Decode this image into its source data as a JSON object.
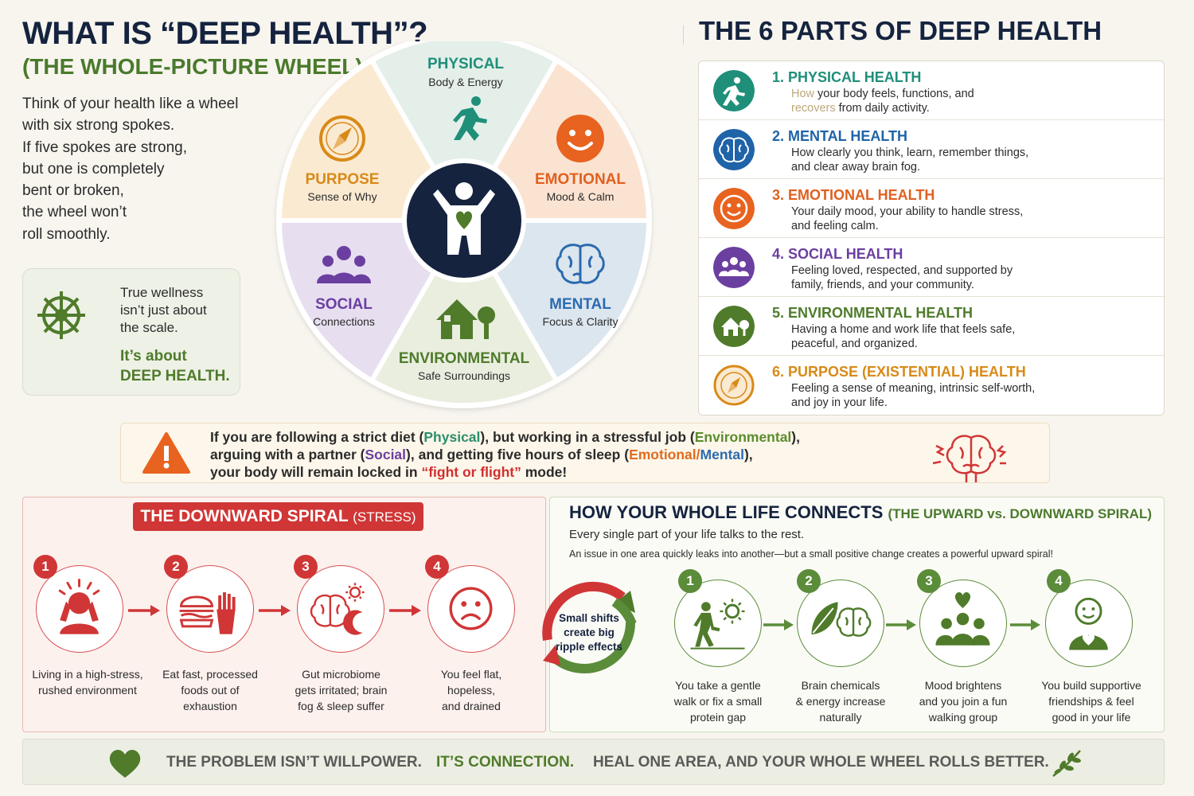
{
  "header": {
    "title": "WHAT IS “DEEP HEALTH”?",
    "subtitle": "(THE WHOLE-PICTURE WHEEL)",
    "intro": [
      "Think of your health like a wheel",
      "with six strong spokes.",
      "If five spokes are strong,",
      "but one is completely",
      "bent or broken,",
      "the wheel won’t",
      "roll smoothly."
    ]
  },
  "wellness": {
    "line1": "True wellness",
    "line2": "isn’t just about",
    "line3": "the scale.",
    "green1": "It’s about",
    "green2": "DEEP HEALTH.",
    "icon": "ship-wheel-icon"
  },
  "wheel": {
    "segments": [
      {
        "title": "PHYSICAL",
        "sub": "Body & Energy",
        "color": "#1f8f7a",
        "fill": "#e4efe9",
        "icon": "runner-icon"
      },
      {
        "title": "EMOTIONAL",
        "sub": "Mood & Calm",
        "color": "#e0601f",
        "fill": "#fbe3d2",
        "icon": "smiley-icon"
      },
      {
        "title": "MENTAL",
        "sub": "Focus & Clarity",
        "color": "#2b6bb0",
        "fill": "#dce6ee",
        "icon": "brain-icon"
      },
      {
        "title": "ENVIRONMENTAL",
        "sub": "Safe Surroundings",
        "color": "#4f7b2b",
        "fill": "#e9eedf",
        "icon": "house-tree-icon"
      },
      {
        "title": "SOCIAL",
        "sub": "Connections",
        "color": "#6b3fa0",
        "fill": "#e7def0",
        "icon": "people-icon"
      },
      {
        "title": "PURPOSE",
        "sub": "Sense of Why",
        "color": "#d88a17",
        "fill": "#fbead2",
        "icon": "compass-icon"
      }
    ],
    "center_icon": "person-heart-icon"
  },
  "parts": {
    "title": "THE 6 PARTS OF DEEP HEALTH",
    "items": [
      {
        "title": "1.  PHYSICAL HEALTH",
        "color": "#1f8f7a",
        "icon": "runner-icon",
        "line1a": "How",
        "line1b": " your body feels, functions, and",
        "line2a": "recovers",
        "line2b": " from daily activity."
      },
      {
        "title": "2.  MENTAL HEALTH",
        "color": "#1f63a8",
        "icon": "brain-icon",
        "line1": "How clearly you think, learn, remember things,",
        "line2": "and clear away brain fog."
      },
      {
        "title": "3.  EMOTIONAL HEALTH",
        "color": "#e0601f",
        "icon": "smiley-icon",
        "line1": "Your daily mood, your ability to handle stress,",
        "line2": "and feeling calm."
      },
      {
        "title": "4.  SOCIAL HEALTH",
        "color": "#6b3fa0",
        "icon": "people-icon",
        "line1": "Feeling loved, respected, and supported by",
        "line2": "family, friends, and your community."
      },
      {
        "title": "5.  ENVIRONMENTAL HEALTH",
        "color": "#4f7b2b",
        "icon": "house-tree-icon",
        "line1": "Having a home and work life that feels safe,",
        "line2": "peaceful, and organized."
      },
      {
        "title": "6.  PURPOSE (EXISTENTIAL) HEALTH",
        "color": "#d88a17",
        "icon": "compass-icon",
        "line1": "Feeling a sense of meaning, intrinsic self-worth,",
        "line2": "and joy in your life."
      }
    ]
  },
  "warning": {
    "l1a": "If you are following a strict diet (",
    "l1b": "Physical",
    "l1c": "), but working in a stressful job (",
    "l1d": "Environmental",
    "l1e": "),",
    "l2a": "arguing with a partner (",
    "l2b": "Social",
    "l2c": "), and getting five hours of sleep (",
    "l2d": "Emotional/",
    "l2e": "Mental",
    "l2f": "),",
    "l3a": "your body will remain locked in ",
    "l3b": "“fight or flight”",
    "l3c": " mode!",
    "icon": "warning-icon",
    "brain_icon": "stressed-brain-icon"
  },
  "downward": {
    "title": "THE DOWNWARD SPIRAL",
    "title_small": "(STRESS)",
    "steps": [
      {
        "num": "1",
        "l1": "Living in a high-stress,",
        "l2": "rushed environment",
        "l3": "",
        "icon": "stressed-person-icon"
      },
      {
        "num": "2",
        "l1": "Eat fast, processed",
        "l2": "foods out of",
        "l3": "exhaustion",
        "icon": "fast-food-icon"
      },
      {
        "num": "3",
        "l1": "Gut microbiome",
        "l2": "gets irritated; brain",
        "l3": "fog & sleep suffer",
        "icon": "brain-moon-icon"
      },
      {
        "num": "4",
        "l1": "You feel flat,",
        "l2": "hopeless,",
        "l3": "and drained",
        "icon": "sad-face-icon"
      }
    ]
  },
  "cycle": {
    "l1": "Small shifts",
    "l2": "create big",
    "l3": "ripple effects"
  },
  "upward": {
    "title": "HOW YOUR WHOLE LIFE CONNECTS",
    "title_small": "(THE UPWARD vs. DOWNWARD SPIRAL)",
    "sub1": "Every single part of your life talks to the rest.",
    "sub2": "An issue in one area quickly leaks into another—but a small positive change creates a powerful upward spiral!",
    "steps": [
      {
        "num": "1",
        "l1": "You take a gentle",
        "l2": "walk or fix a small",
        "l3": "protein gap",
        "icon": "walker-sun-icon"
      },
      {
        "num": "2",
        "l1": "Brain chemicals",
        "l2": "& energy increase",
        "l3": "naturally",
        "icon": "leaf-brain-icon"
      },
      {
        "num": "3",
        "l1": "Mood brightens",
        "l2": "and you join a fun",
        "l3": "walking group",
        "icon": "group-heart-icon"
      },
      {
        "num": "4",
        "l1": "You build supportive",
        "l2": "friendships & feel",
        "l3": "good in your life",
        "icon": "happy-person-icon"
      }
    ]
  },
  "footer": {
    "part1": "THE PROBLEM ISN’T WILLPOWER.",
    "part2": "IT’S CONNECTION.",
    "part3": "HEAL ONE AREA, AND YOUR WHOLE WHEEL ROLLS BETTER.",
    "heart_icon": "heart-icon",
    "sprig_icon": "sprig-icon"
  },
  "colors": {
    "navy": "#15233f",
    "green": "#4a7a2c",
    "red": "#d03636",
    "background": "#f7f5ee"
  }
}
